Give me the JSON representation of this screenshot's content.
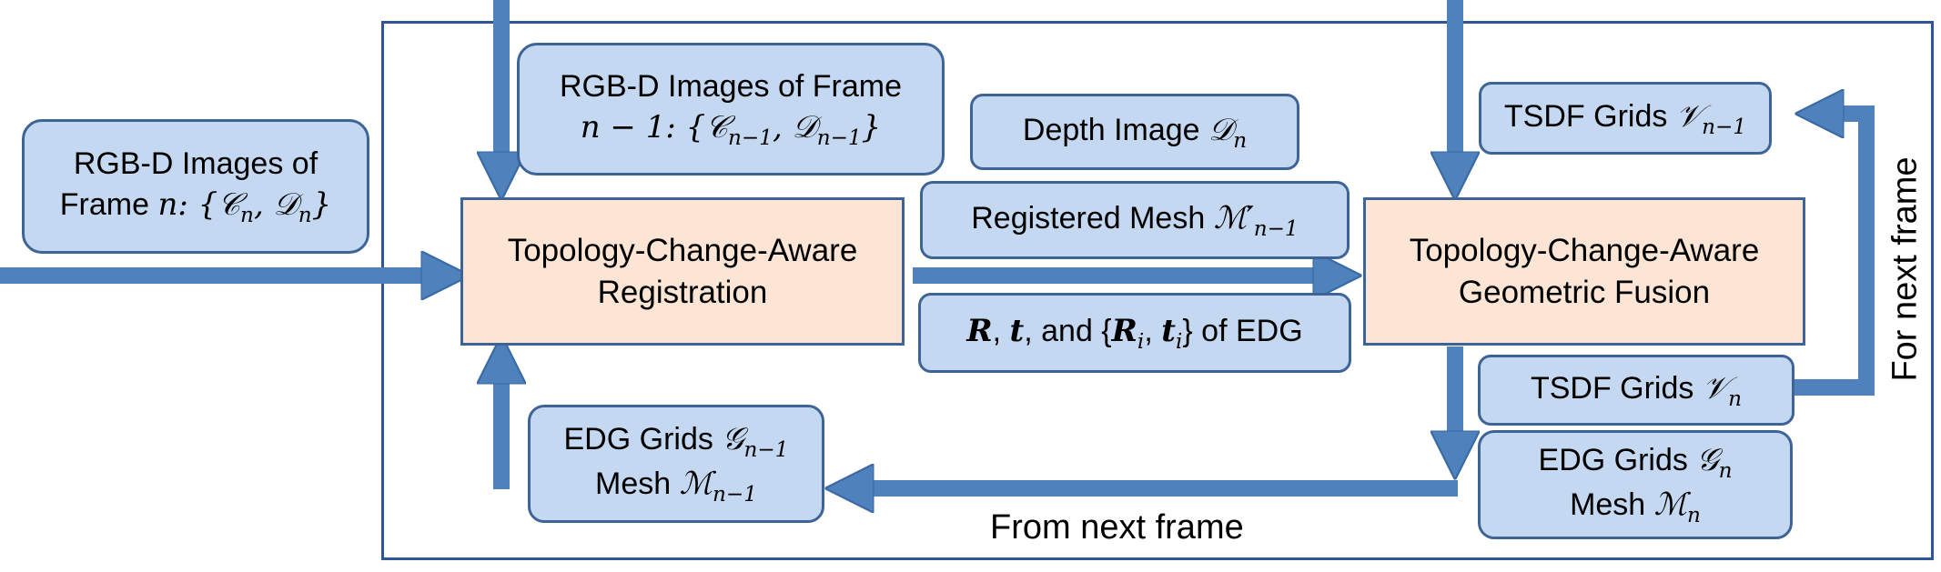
{
  "diagram": {
    "colors": {
      "box_fill": "#c5d8f1",
      "process_fill": "#fce5d4",
      "border": "#3e6496",
      "arrow": "#4f81bd",
      "frame": "#2f5597"
    },
    "input_frame_n": {
      "line1": "RGB-D Images of",
      "line2_text": "Frame ",
      "line2_math": "n: {𝒞",
      "sub_n": "n",
      "comma_d": ", 𝒟",
      "close": "}"
    },
    "frame_prev": {
      "line1": "RGB-D Images of Frame",
      "line2": "n − 1: {𝒞",
      "sub": "n−1",
      "comma_d": ", 𝒟",
      "close": "}"
    },
    "depth": {
      "text": "Depth Image ",
      "math": "𝒟",
      "sub": "n"
    },
    "tsdf_prev": {
      "text": "TSDF Grids ",
      "math": "𝒱",
      "sub": "n−1"
    },
    "registration": {
      "line1": "Topology-Change-Aware",
      "line2": "Registration"
    },
    "reg_mesh": {
      "text": "Registered Mesh ",
      "math": "ℳ",
      "prime": "′",
      "sub": "n−1"
    },
    "fusion": {
      "line1": "Topology-Change-Aware",
      "line2": "Geometric Fusion"
    },
    "rt": {
      "R": "R",
      "t": "t",
      "mid": ", and {",
      "Ri": "R",
      "ti": "t",
      "i": "i",
      "end": "} of EDG"
    },
    "tsdf_n": {
      "text": "TSDF Grids ",
      "math": "𝒱",
      "sub": "n"
    },
    "edg_prev": {
      "line1": "EDG Grids ",
      "g": "𝒢",
      "gsub": "n−1",
      "line2": "Mesh ",
      "m": "ℳ",
      "msub": "n−1"
    },
    "edg_n": {
      "line1": "EDG Grids ",
      "g": "𝒢",
      "gsub": "n",
      "line2": "Mesh ",
      "m": "ℳ",
      "msub": "n"
    },
    "labels": {
      "from_next": "From next frame",
      "for_next": "For next frame"
    }
  }
}
